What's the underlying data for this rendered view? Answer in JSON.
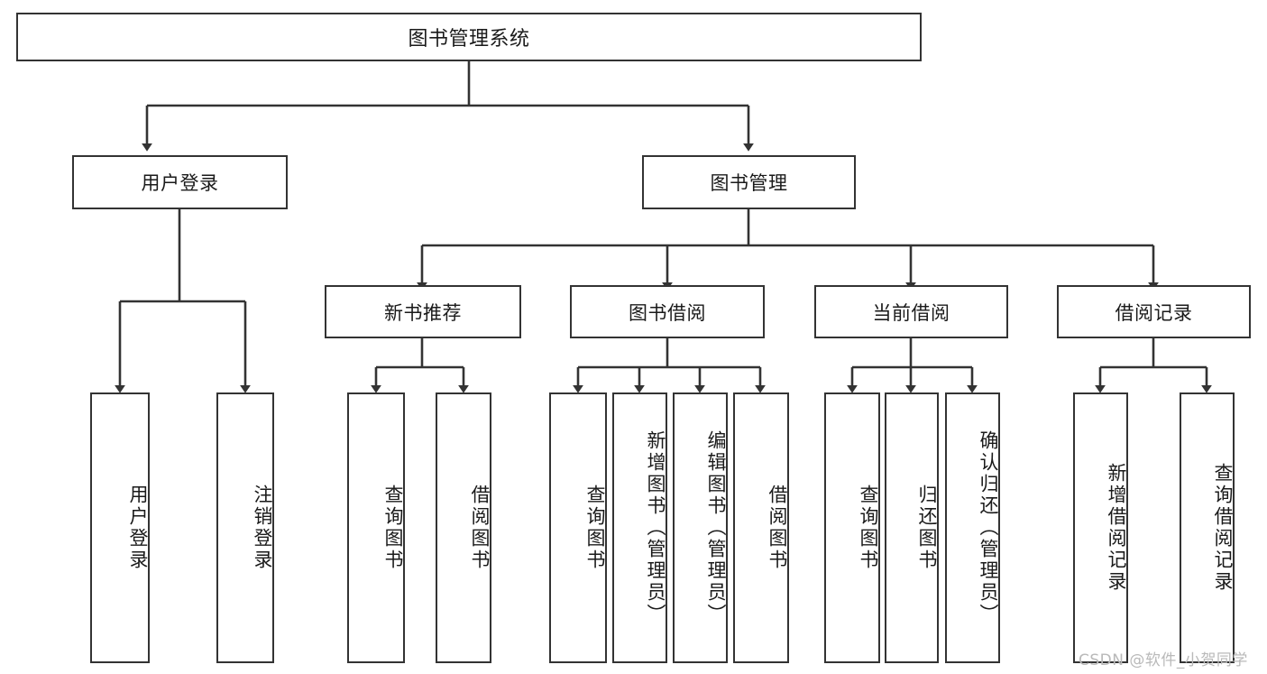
{
  "diagram": {
    "title": "图书管理系统",
    "type": "tree-hierarchy-chart",
    "orientation": "top-down",
    "colors": {
      "box_border": "#333333",
      "box_fill": "#ffffff",
      "connector": "#333333",
      "text": "#1a1a1a",
      "watermark": "#b9b9b9",
      "background": "#ffffff"
    }
  },
  "root": {
    "label": "图书管理系统"
  },
  "level2": [
    {
      "id": "user-login",
      "label": "用户登录"
    },
    {
      "id": "book-management",
      "label": "图书管理"
    }
  ],
  "level3": [
    {
      "id": "new-book-recommend",
      "label": "新书推荐",
      "parent": "book-management"
    },
    {
      "id": "book-borrow",
      "label": "图书借阅",
      "parent": "book-management"
    },
    {
      "id": "current-borrow",
      "label": "当前借阅",
      "parent": "book-management"
    },
    {
      "id": "borrow-record",
      "label": "借阅记录",
      "parent": "book-management"
    }
  ],
  "leaves": [
    {
      "id": "leaf-user-login",
      "label": "用户登录",
      "parent": "user-login"
    },
    {
      "id": "leaf-user-logout",
      "label": "注销登录",
      "parent": "user-login"
    },
    {
      "id": "leaf-query-book-1",
      "label": "查询图书",
      "parent": "new-book-recommend"
    },
    {
      "id": "leaf-borrow-book-1",
      "label": "借阅图书",
      "parent": "new-book-recommend"
    },
    {
      "id": "leaf-query-book-2",
      "label": "查询图书",
      "parent": "book-borrow"
    },
    {
      "id": "leaf-add-book",
      "label": "新增图书（管理员）",
      "parent": "book-borrow"
    },
    {
      "id": "leaf-edit-book",
      "label": "编辑图书（管理员）",
      "parent": "book-borrow"
    },
    {
      "id": "leaf-borrow-book-2",
      "label": "借阅图书",
      "parent": "book-borrow"
    },
    {
      "id": "leaf-query-book-3",
      "label": "查询图书",
      "parent": "current-borrow"
    },
    {
      "id": "leaf-return-book",
      "label": "归还图书",
      "parent": "current-borrow"
    },
    {
      "id": "leaf-confirm-return",
      "label": "确认归还（管理员）",
      "parent": "current-borrow"
    },
    {
      "id": "leaf-add-record",
      "label": "新增借阅记录",
      "parent": "borrow-record"
    },
    {
      "id": "leaf-query-record",
      "label": "查询借阅记录",
      "parent": "borrow-record"
    }
  ],
  "watermark": {
    "text": "CSDN @软件_小贺同学"
  }
}
